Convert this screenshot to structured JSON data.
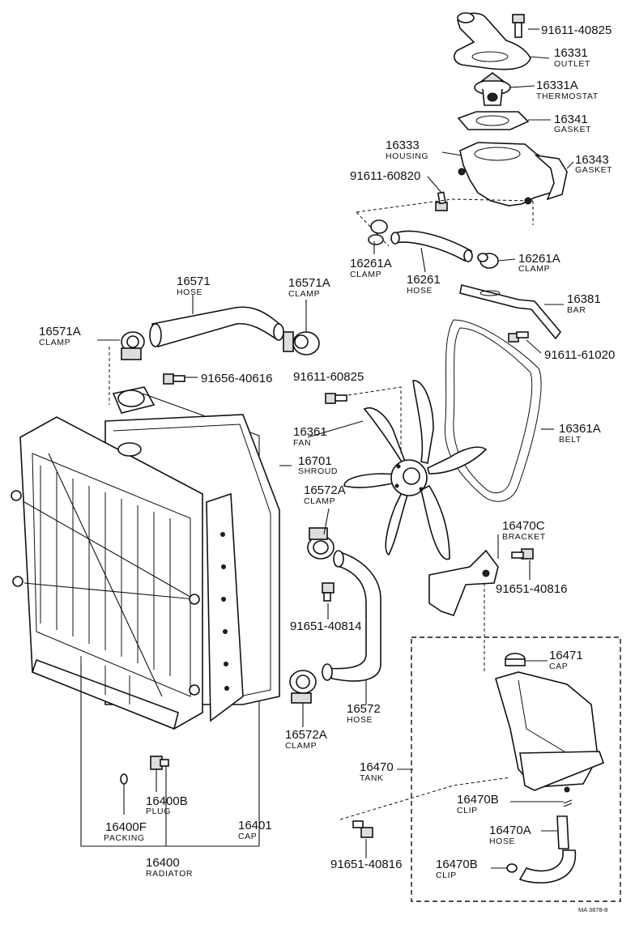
{
  "labels": {
    "p91611_40825": {
      "num": "91611-40825",
      "name": ""
    },
    "p16331": {
      "num": "16331",
      "name": "OUTLET"
    },
    "p16331A": {
      "num": "16331A",
      "name": "THERMOSTAT"
    },
    "p16341": {
      "num": "16341",
      "name": "GASKET"
    },
    "p16333": {
      "num": "16333",
      "name": "HOUSING"
    },
    "p16343": {
      "num": "16343",
      "name": "GASKET"
    },
    "p91611_60820": {
      "num": "91611-60820",
      "name": ""
    },
    "p16261A_left": {
      "num": "16261A",
      "name": "CLAMP"
    },
    "p16261": {
      "num": "16261",
      "name": "HOSE"
    },
    "p16261A_right": {
      "num": "16261A",
      "name": "CLAMP"
    },
    "p16381": {
      "num": "16381",
      "name": "BAR"
    },
    "p91611_61020": {
      "num": "91611-61020",
      "name": ""
    },
    "p16571": {
      "num": "16571",
      "name": "HOSE"
    },
    "p16571A_top": {
      "num": "16571A",
      "name": "CLAMP"
    },
    "p16571A_left": {
      "num": "16571A",
      "name": "CLAMP"
    },
    "p91656_40616": {
      "num": "91656-40616",
      "name": ""
    },
    "p91611_60825": {
      "num": "91611-60825",
      "name": ""
    },
    "p16361": {
      "num": "16361",
      "name": "FAN"
    },
    "p16361A": {
      "num": "16361A",
      "name": "BELT"
    },
    "p16701": {
      "num": "16701",
      "name": "SHROUD"
    },
    "p16572A_top": {
      "num": "16572A",
      "name": "CLAMP"
    },
    "p16470C": {
      "num": "16470C",
      "name": "BRACKET"
    },
    "p91651_40816_right": {
      "num": "91651-40816",
      "name": ""
    },
    "p91651_40814": {
      "num": "91651-40814",
      "name": ""
    },
    "p16471": {
      "num": "16471",
      "name": "CAP"
    },
    "p16572": {
      "num": "16572",
      "name": "HOSE"
    },
    "p16572A_bottom": {
      "num": "16572A",
      "name": "CLAMP"
    },
    "p16470": {
      "num": "16470",
      "name": "TANK"
    },
    "p16400B": {
      "num": "16400B",
      "name": "PLUG"
    },
    "p16470B_top": {
      "num": "16470B",
      "name": "CLIP"
    },
    "p16400F": {
      "num": "16400F",
      "name": "PACKING"
    },
    "p16401": {
      "num": "16401",
      "name": "CAP"
    },
    "p16470A": {
      "num": "16470A",
      "name": "HOSE"
    },
    "p91651_40816_bottom": {
      "num": "91651-40816",
      "name": ""
    },
    "p16470B_bottom": {
      "num": "16470B",
      "name": "CLIP"
    },
    "p16400": {
      "num": "16400",
      "name": "RADIATOR"
    }
  },
  "reference_code": "MA 3878-8"
}
